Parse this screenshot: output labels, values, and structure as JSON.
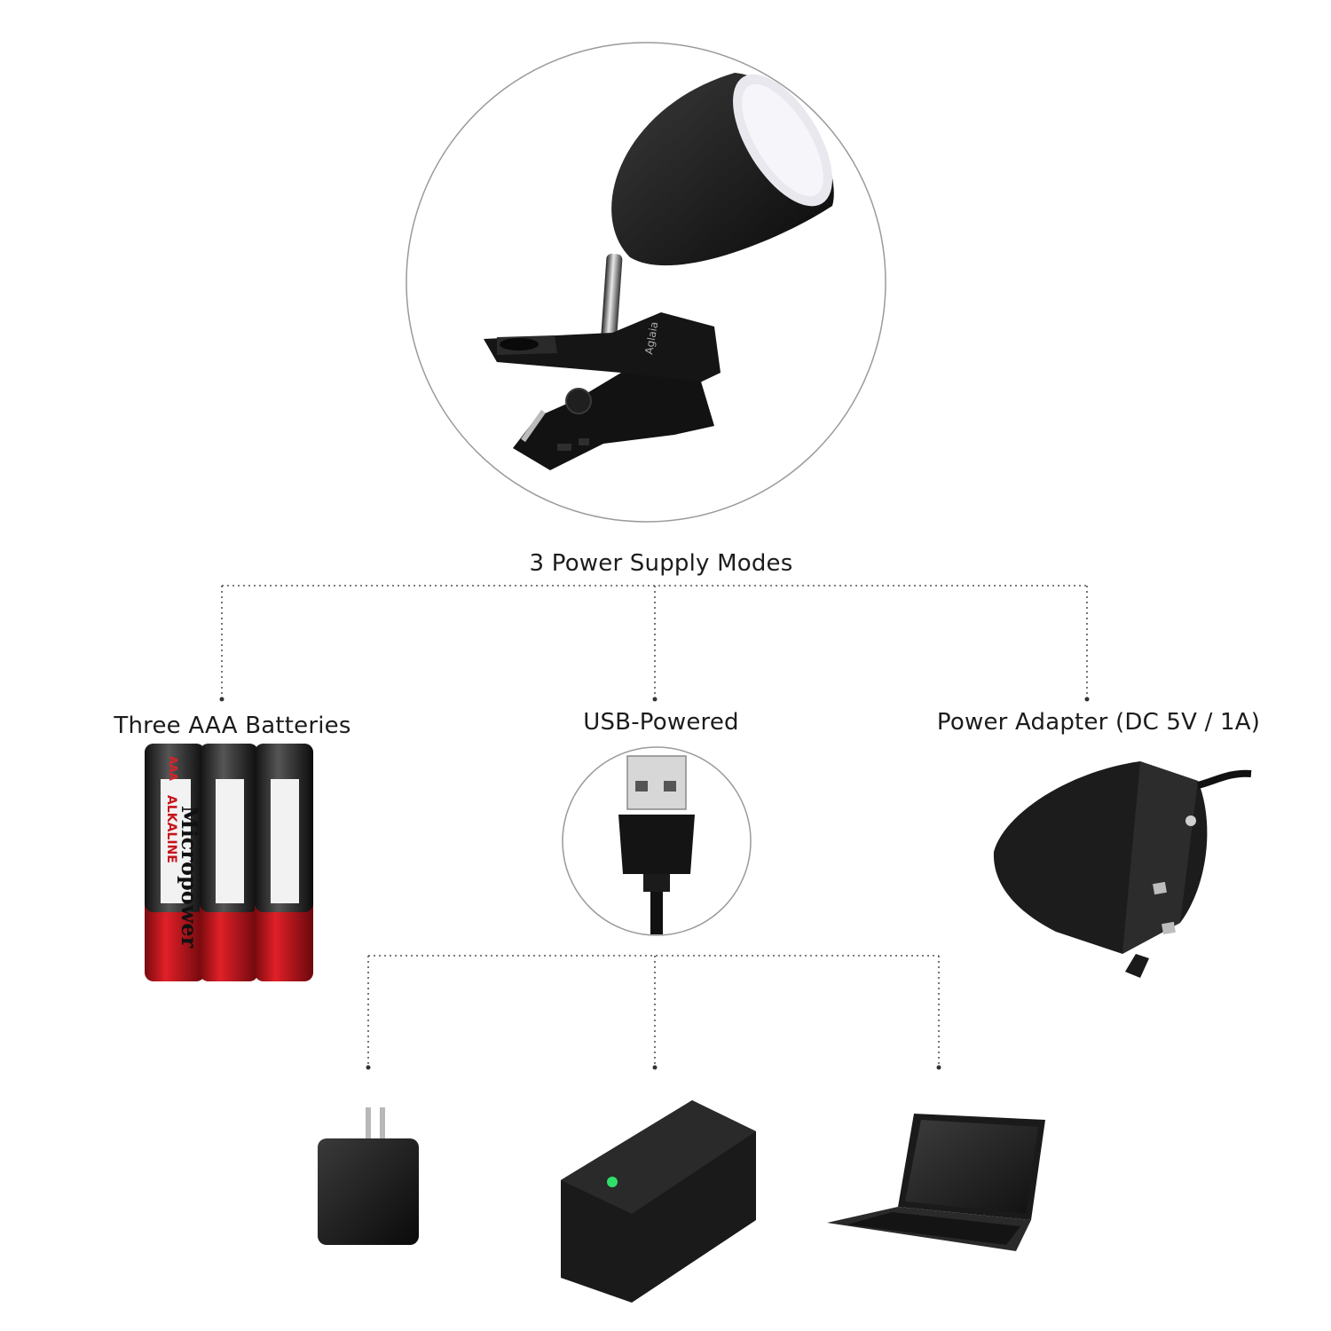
{
  "diagram": {
    "title": "3 Power Supply Modes",
    "modes": [
      {
        "label": "Three AAA Batteries"
      },
      {
        "label": "USB-Powered"
      },
      {
        "label": "Power Adapter (DC 5V / 1A)"
      }
    ],
    "usb_sources": [
      "wall-charger",
      "power-bank",
      "laptop"
    ]
  },
  "product": {
    "brand_mark": "Aglaia",
    "battery_brand": "Micropower",
    "battery_type": "ALKALINE",
    "battery_size": "AAA"
  },
  "colors": {
    "line": "#555555",
    "circle": "#9a9a9a",
    "battery_red": "#c8141c",
    "indicator_green": "#2ee06a"
  }
}
